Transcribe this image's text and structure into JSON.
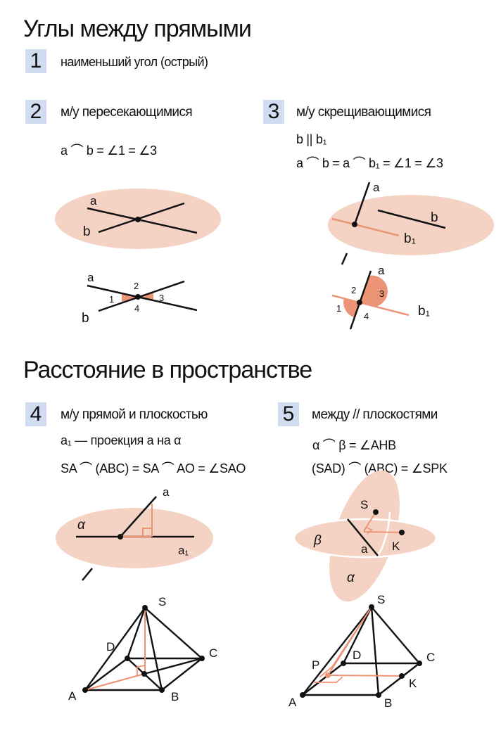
{
  "section1": {
    "title": "Углы между прямыми",
    "items": [
      {
        "number": "1",
        "label": "наименьший угол (острый)"
      },
      {
        "number": "2",
        "label": "м/у пересекающимися",
        "formula": "a ⌒ b = ∠1 = ∠3"
      },
      {
        "number": "3",
        "label": "м/у скрещивающимися",
        "formula_line1": "b || b₁",
        "formula_line2": "a ⌒ b = a ⌒ b₁ = ∠1 = ∠3"
      }
    ]
  },
  "section2": {
    "title": "Расстояние в пространстве",
    "items": [
      {
        "number": "4",
        "label": "м/у прямой и плоскостью",
        "formula_line1": "a₁ — проекция a на α",
        "formula_line2": "SA ⌒ (ABC) = SA ⌒ AO = ∠SAO"
      },
      {
        "number": "5",
        "label": "между // плоскостями",
        "formula_line1": "α ⌒ β = ∠AHB",
        "formula_line2": "(SAD) ⌒ (ABC) = ∠SPK"
      }
    ]
  },
  "diagram_labels": {
    "d2a": {
      "a": "a",
      "b": "b"
    },
    "d2b": {
      "a": "a",
      "b": "b",
      "n1": "1",
      "n2": "2",
      "n3": "3",
      "n4": "4"
    },
    "d3a": {
      "a": "a",
      "b": "b",
      "b1": "b₁"
    },
    "d3b": {
      "a": "a",
      "b1": "b₁",
      "n1": "1",
      "n2": "2",
      "n3": "3",
      "n4": "4"
    },
    "d4a": {
      "alpha": "α",
      "a": "a",
      "a1": "a₁"
    },
    "d4b": {
      "S": "S",
      "D": "D",
      "C": "C",
      "A": "A",
      "B": "B"
    },
    "d5a": {
      "S": "S",
      "K": "K",
      "a": "a",
      "alpha": "α",
      "beta": "β"
    },
    "d5b": {
      "S": "S",
      "D": "D",
      "C": "C",
      "P": "P",
      "K": "K",
      "A": "A",
      "B": "B"
    }
  },
  "colors": {
    "plane": "#f5d3c4",
    "accent": "#ec9476",
    "badge": "#d0ddf1",
    "ink": "#111111"
  }
}
